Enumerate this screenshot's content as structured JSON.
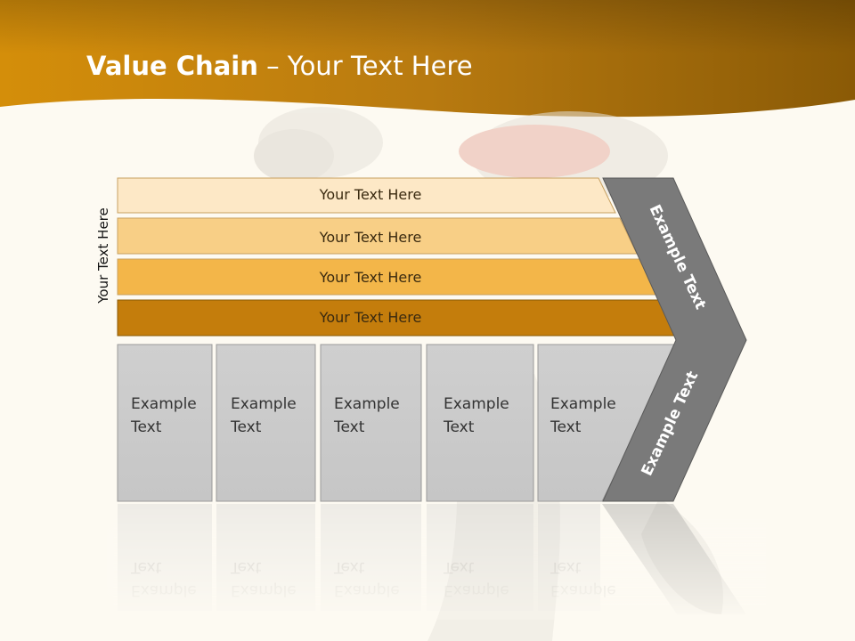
{
  "title": {
    "bold": "Value Chain",
    "rest": " – Your Text Here"
  },
  "side_label": "Your Text Here",
  "bars": [
    {
      "label": "Your Text Here",
      "color": "#fde8c6"
    },
    {
      "label": "Your Text Here",
      "color": "#f8cf86"
    },
    {
      "label": "Your Text Here",
      "color": "#f3b649"
    },
    {
      "label": "Your Text Here",
      "color": "#c47d0c"
    }
  ],
  "boxes": [
    {
      "line1": "Example",
      "line2": "Text"
    },
    {
      "line1": "Example",
      "line2": "Text"
    },
    {
      "line1": "Example",
      "line2": "Text"
    },
    {
      "line1": "Example",
      "line2": "Text"
    },
    {
      "line1": "Example",
      "line2": "Text"
    }
  ],
  "chevron": {
    "upper": "Example Text",
    "lower": "Example Text",
    "color": "#7a7a7a"
  },
  "colors": {
    "header_dark": "#b06e00",
    "header_light": "#d99712",
    "box_fill": "#cccccc"
  }
}
